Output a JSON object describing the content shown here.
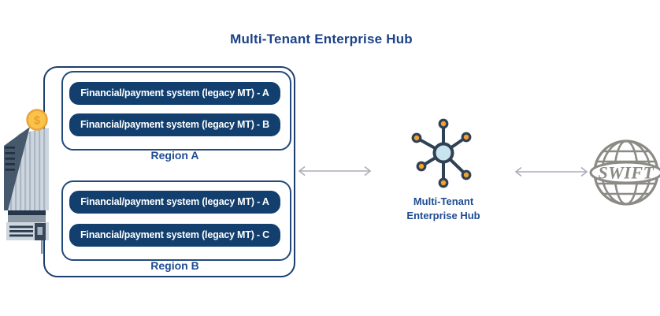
{
  "title": "Multi-Tenant Enterprise Hub",
  "diagram": {
    "regions": [
      {
        "label": "Region A",
        "systems": [
          "Financial/payment system (legacy MT) - A",
          "Financial/payment system (legacy MT) - B"
        ]
      },
      {
        "label": "Region B",
        "systems": [
          "Financial/payment system (legacy MT) - A",
          "Financial/payment system (legacy MT) - C"
        ]
      }
    ],
    "hub": {
      "label_line1": "Multi-Tenant",
      "label_line2": "Enterprise Hub"
    },
    "swift": {
      "wordmark": "SWIFT"
    },
    "bank": {
      "coin_symbol": "$"
    },
    "connections": [
      {
        "from": "bank-regions",
        "to": "hub",
        "type": "bidirectional-arrow"
      },
      {
        "from": "hub",
        "to": "swift",
        "type": "bidirectional-arrow"
      }
    ],
    "colors": {
      "pill_navy": "#123f6e",
      "border_navy": "#1d3e6e",
      "label_blue": "#1e4c93",
      "title_blue": "#1c4287",
      "hub_stroke": "#2f4155",
      "hub_orange": "#f4a12d",
      "hub_center_fill": "#c8e4ee",
      "coin_gold": "#f9c349",
      "arrow_gray": "#a9aeb8",
      "swift_gray": "#8b8a85"
    }
  }
}
